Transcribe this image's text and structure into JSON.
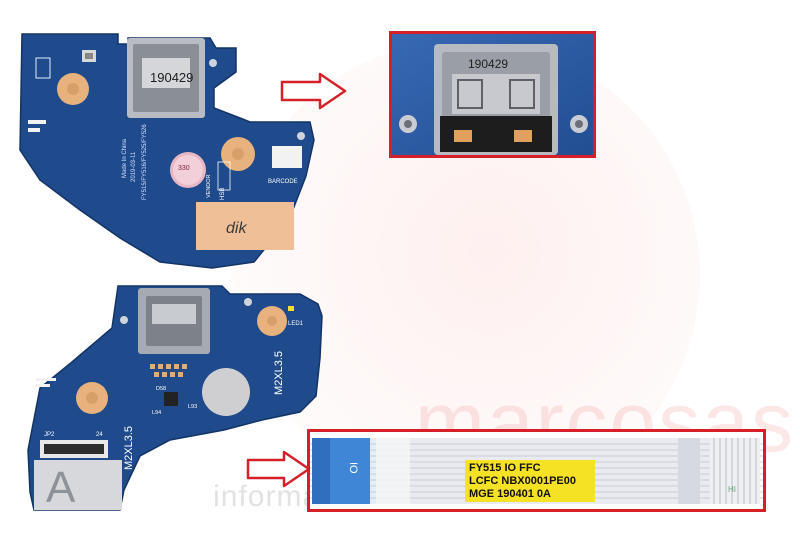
{
  "watermark": {
    "brand": "marcosas",
    "subtitle": "informática e serviços ltda"
  },
  "top_board": {
    "usb_text": "190429",
    "made_in_text": "Made In China",
    "date_text": "2019-03-11",
    "model_text": "FY515/FY516/FY525/FY526",
    "vendor_text": "VENDOR",
    "vendor_code": "HSB",
    "barcode_text": "BARCODE",
    "handwritten": "dik"
  },
  "bottom_board": {
    "screw_label_1": "M2XL3.5",
    "screw_label_2": "M2XL3.5",
    "led_label": "LED1",
    "connector_label": "JP2",
    "pin_label": "24",
    "big_letter": "A",
    "chip_labels": [
      "D58",
      "L94",
      "L93"
    ]
  },
  "zoom_panel": {
    "usb_text": "190429"
  },
  "ffc_cable": {
    "io_mark": "IO",
    "label_lines": [
      "FY515  IO FFC",
      "LCFC NBX0001PE00",
      "MGE  190401 0A"
    ],
    "end_mark": "HI"
  },
  "colors": {
    "pcb_blue": "#1f4a8c",
    "frame_red": "#d71f2a",
    "label_yellow": "#f6e225",
    "copper": "#e7b27e"
  }
}
